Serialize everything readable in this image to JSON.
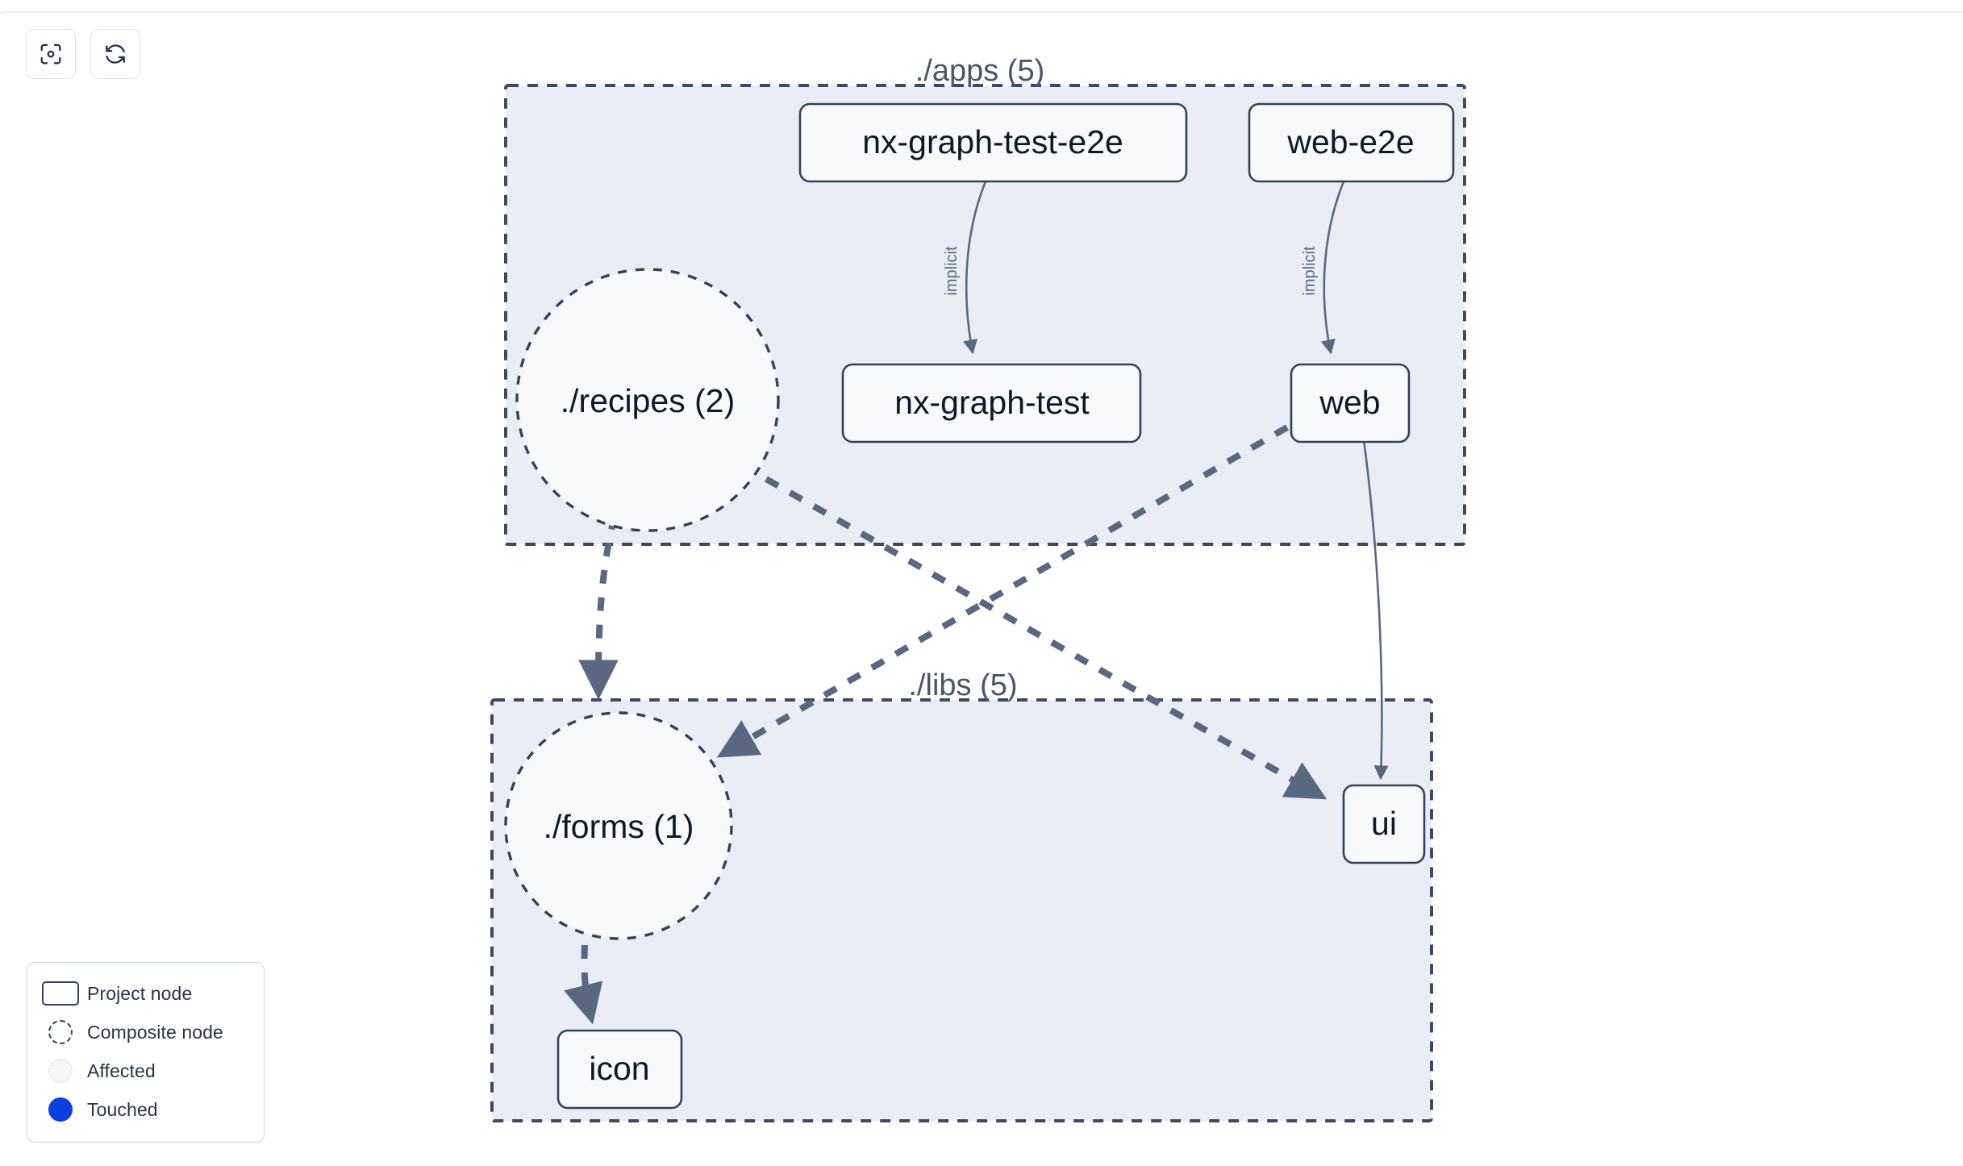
{
  "toolbar": {
    "buttons": [
      {
        "name": "focus-graph-button",
        "icon": "focus-target-icon",
        "label": ""
      },
      {
        "name": "refresh-graph-button",
        "icon": "refresh-icon",
        "label": ""
      }
    ]
  },
  "graph": {
    "containers": [
      {
        "id": "apps",
        "title": "./apps (5)"
      },
      {
        "id": "libs",
        "title": "./libs (5)"
      }
    ],
    "nodes": [
      {
        "id": "nx-graph-test-e2e",
        "label": "nx-graph-test-e2e",
        "type": "project"
      },
      {
        "id": "web-e2e",
        "label": "web-e2e",
        "type": "project"
      },
      {
        "id": "recipes",
        "label": "./recipes (2)",
        "type": "composite"
      },
      {
        "id": "nx-graph-test",
        "label": "nx-graph-test",
        "type": "project"
      },
      {
        "id": "web",
        "label": "web",
        "type": "project"
      },
      {
        "id": "forms",
        "label": "./forms (1)",
        "type": "composite"
      },
      {
        "id": "ui",
        "label": "ui",
        "type": "project"
      },
      {
        "id": "icon",
        "label": "icon",
        "type": "project"
      }
    ],
    "edges": [
      {
        "from": "nx-graph-test-e2e",
        "to": "nx-graph-test",
        "label": "implicit",
        "style": "solid"
      },
      {
        "from": "web-e2e",
        "to": "web",
        "label": "implicit",
        "style": "solid"
      },
      {
        "from": "web",
        "to": "ui",
        "label": "",
        "style": "solid"
      },
      {
        "from": "recipes",
        "to": "forms",
        "label": "",
        "style": "dashed"
      },
      {
        "from": "recipes",
        "to": "ui",
        "label": "",
        "style": "dashed"
      },
      {
        "from": "web",
        "to": "forms",
        "label": "",
        "style": "dashed"
      },
      {
        "from": "forms",
        "to": "icon",
        "label": "",
        "style": "dashed"
      }
    ]
  },
  "legend": {
    "items": [
      {
        "label": "Project node",
        "swatch": "project-node-swatch"
      },
      {
        "label": "Composite node",
        "swatch": "composite-node-swatch"
      },
      {
        "label": "Affected",
        "swatch": "affected-swatch"
      },
      {
        "label": "Touched",
        "swatch": "touched-swatch"
      }
    ]
  },
  "colors": {
    "node_border": "#33415a",
    "node_fill": "#f7f9fb",
    "container_fill": "#eaeef4",
    "container_border": "#3d4a60",
    "edge": "#5a6780",
    "touched": "#0b3fe0",
    "text": "#101827"
  }
}
